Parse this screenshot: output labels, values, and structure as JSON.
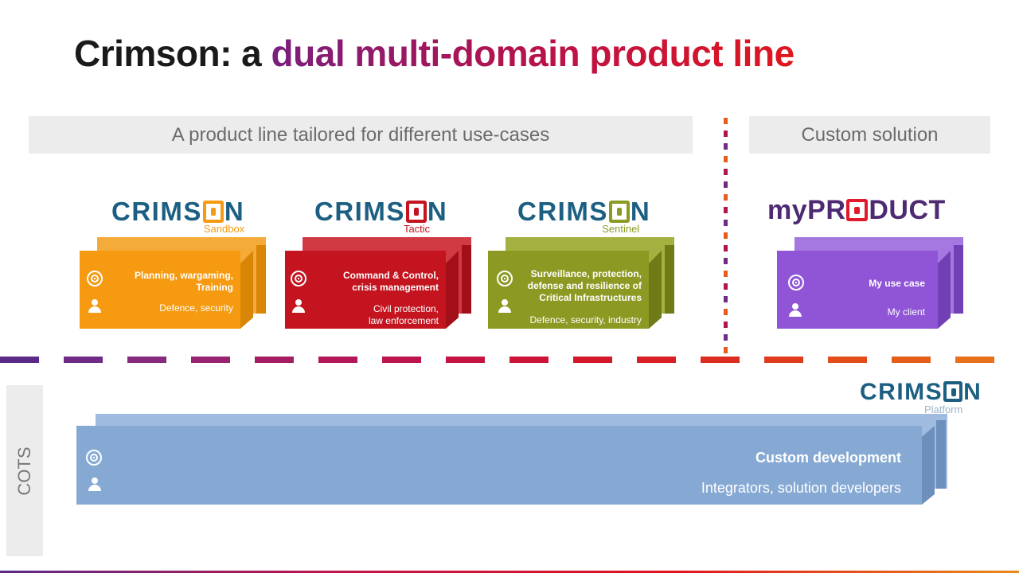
{
  "title": {
    "part1": "Crimson: a ",
    "part2": "dual multi-domain product line"
  },
  "banners": {
    "left": "A product line tailored for different use-cases",
    "right": "Custom solution"
  },
  "logo_word": "CRIMS",
  "logo_tail": "N",
  "products": [
    {
      "sub": "Sandbox",
      "color": "#f59a11",
      "use_case": "Planning, wargaming, Training",
      "use_case_l1": "Planning, wargaming,",
      "use_case_l2": "Training",
      "users": "Defence, security"
    },
    {
      "sub": "Tactic",
      "color": "#c3141f",
      "use_case_l1": "Command & Control,",
      "use_case_l2": "crisis management",
      "users_l1": "Civil protection,",
      "users_l2": "law enforcement"
    },
    {
      "sub": "Sentinel",
      "color": "#8c9a23",
      "use_case_l1": "Surveillance, protection,",
      "use_case_l2": "defense and resilience of",
      "use_case_l3": "Critical Infrastructures",
      "users": "Defence, security, industry"
    }
  ],
  "custom": {
    "logo_a": "myPR",
    "logo_b": "DUCT",
    "color": "#8f55d6",
    "use_case": "My use case",
    "users": "My client"
  },
  "platform": {
    "sub": "Platform",
    "color": "#86a9d4",
    "use_case": "Custom development",
    "users": "Integrators, solution developers"
  },
  "cots_label": "COTS",
  "colors": {
    "logo_blue": "#1c5f82",
    "sandbox_bracket": "#f59a11",
    "tactic_bracket": "#c3141f",
    "sentinel_bracket": "#8c9a23",
    "platform_bracket": "#1c5f82",
    "myproduct_text": "#4e2a73"
  },
  "icons": [
    "target-icon",
    "user-icon"
  ]
}
